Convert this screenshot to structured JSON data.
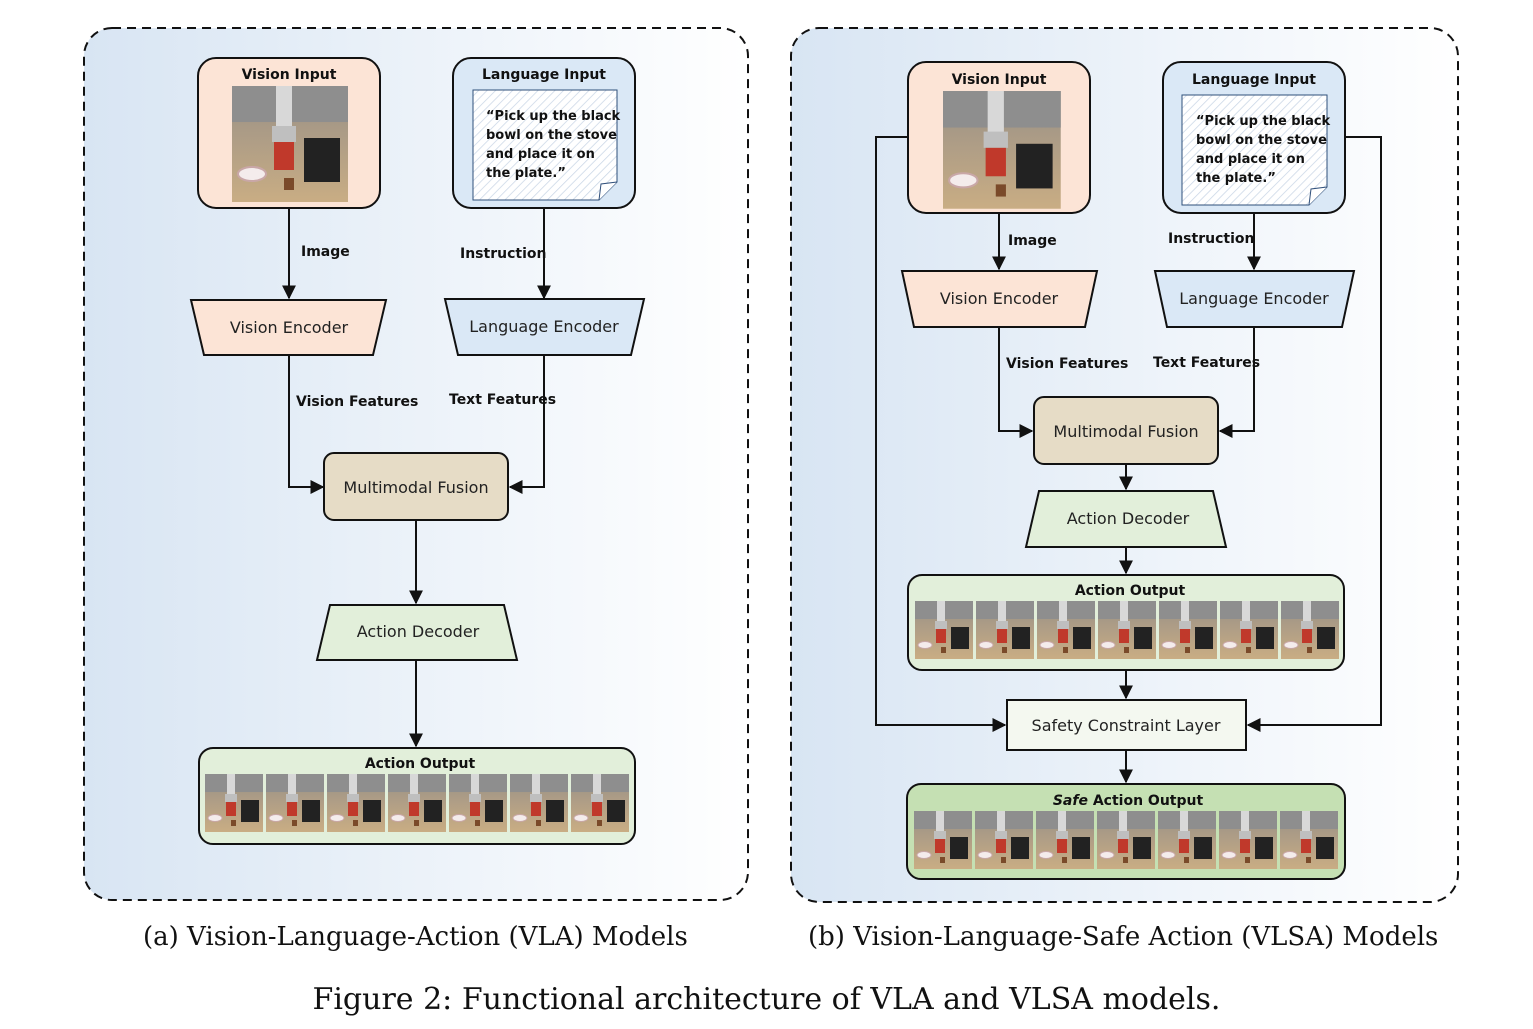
{
  "panel_a": {
    "vision_input_title": "Vision Input",
    "language_input_title": "Language Input",
    "instruction_lines": [
      "“Pick up the black",
      "bowl on the stove",
      "and  place  it  on",
      "the plate.”"
    ],
    "image_label": "Image",
    "instruction_label": "Instruction",
    "vision_encoder": "Vision Encoder",
    "language_encoder": "Language Encoder",
    "vision_features_label": "Vision Features",
    "text_features_label": "Text Features",
    "fusion": "Multimodal Fusion",
    "decoder": "Action Decoder",
    "output_title": "Action Output",
    "caption": "(a) Vision-Language-Action (VLA) Models"
  },
  "panel_b": {
    "vision_input_title": "Vision Input",
    "language_input_title": "Language Input",
    "instruction_lines": [
      "“Pick up the black",
      "bowl on the stove",
      "and  place  it  on",
      "the plate.”"
    ],
    "image_label": "Image",
    "instruction_label": "Instruction",
    "vision_encoder": "Vision Encoder",
    "language_encoder": "Language Encoder",
    "vision_features_label": "Vision Features",
    "text_features_label": "Text Features",
    "fusion": "Multimodal Fusion",
    "decoder": "Action Decoder",
    "output_title": "Action Output",
    "safety_layer": "Safety Constraint Layer",
    "safe_output_title_italic": "Safe",
    "safe_output_title_rest": " Action Output",
    "caption": "(b) Vision-Language-Safe Action (VLSA) Models"
  },
  "figure_caption": "Figure 2: Functional architecture of VLA and VLSA models.",
  "colors": {
    "vision_fill": "#fce4d6",
    "language_fill": "#dae8f6",
    "fusion_fill": "#e6dcc6",
    "decoder_fill": "#e2efda",
    "output_fill": "#e2efda",
    "safe_output_fill": "#c5e0b3",
    "panel_gradient_left": "#dce8f4",
    "panel_gradient_right": "#ffffff"
  }
}
